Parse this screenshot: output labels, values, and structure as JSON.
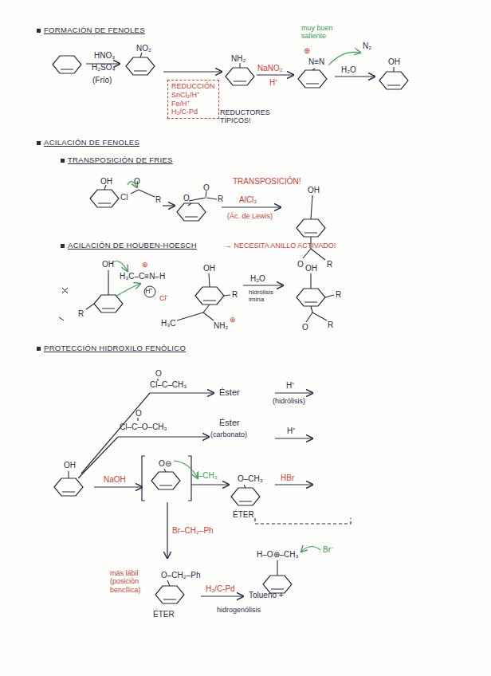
{
  "diagram": {
    "nodes": [
      {
        "text": [
          "REDUCCIÓN",
          "SnCl₂/H⁺",
          "Fe/H⁺",
          "H₂/C-Pd"
        ]
      }
    ],
    "labels": [
      "FORMACIÓN DE FENOLES",
      "HNO₃",
      "H₂SO₄",
      "(Frío)",
      "NO₂",
      "REDUCTORES TÍPICOS!",
      "NH₂",
      "NaNO₂",
      "H⁺",
      "⊕",
      "N≡N",
      "muy buen saliente",
      "N₂",
      "H₂O",
      "OH",
      "ACILACIÓN DE FENOLES",
      "TRANSPOSICIÓN DE FRIES",
      "OH",
      "O",
      "Cl",
      "R",
      "O",
      "O",
      "R",
      "TRANSPOSICIÓN!",
      "AlCl₃",
      "(Ác. de Lewis)",
      "OH",
      "O",
      "R",
      "ACILACIÓN DE HOUBEN-HOESCH",
      "→ NECESITA ANILLO ACTIVADO!",
      "OH",
      "R",
      "H₃C–C≡N–H",
      "⊕",
      "H⁺",
      "Cl⁻",
      "OH",
      "R",
      "H₃C",
      "NH₂",
      "⊕",
      "H₂O",
      "hidrólisis imina",
      "OH",
      "R",
      "O",
      "R",
      "PROTECCIÓN HIDROXILO FENÓLICO",
      "O",
      "Cl–C–CH₃",
      "Éster",
      "H⁺",
      "(hidrólisis)",
      "O",
      "Cl–C–O–CH₃",
      "Éster",
      "(carbonato)",
      "H⁺",
      "OH",
      "NaOH",
      "O⊖",
      "I–CH₃",
      "O–CH₃",
      "ÉTER",
      "HBr",
      "H–O⊕–CH₃",
      "Br⁻",
      "Br–CH₂–Ph",
      "más lábil (posición bencílica)",
      "O–CH₂–Ph",
      "ÉTER",
      "H₂/C-Pd",
      "Tolueno +",
      "hidrogenólisis"
    ]
  }
}
